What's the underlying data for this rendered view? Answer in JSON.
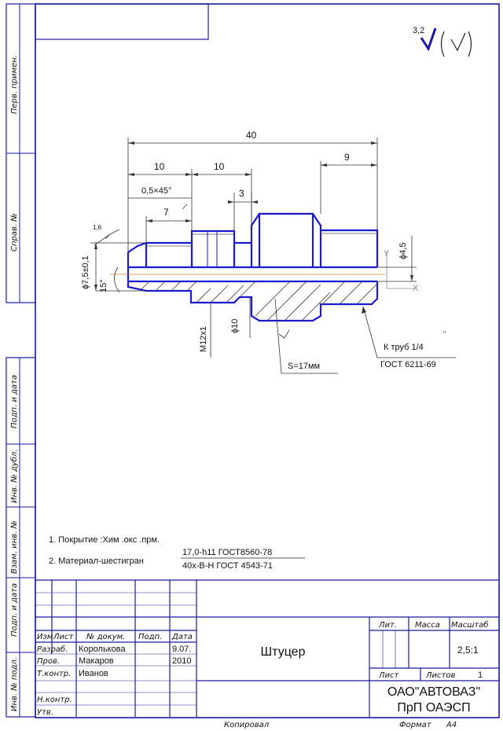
{
  "roughness": {
    "value": "3,2"
  },
  "dims": {
    "d40": "40",
    "d10a": "10",
    "d10b": "10",
    "d9": "9",
    "chamfer": "0,5×45°",
    "d7": "7",
    "d3": "3",
    "dia75": "ϕ7,5±0,1",
    "angle15": "15°",
    "rough16": "1,6",
    "dia45": "ϕ4,5",
    "m12": "M12x1",
    "dia10": "ϕ10",
    "s17": "S=17мм",
    "pipe": "К труб  1/4",
    "pipe_quote": "\"",
    "gost_pipe": "ГОСТ 6211-69",
    "axis_y": "Y",
    "axis_x": "X"
  },
  "notes": {
    "n1": "1.  Покрытие :Хим .окс .прм.",
    "n2_prefix": "2.  Материал-шестигран",
    "n2_top": "17,0-h11 ГОСТ8560-78",
    "n2_bottom": "40х-В-Н ГОСТ 4543-71"
  },
  "side_labels": [
    "Перв. примен.",
    "Справ. №",
    "Подп. и дата",
    "Инв. № дубл.",
    "Взам. инв. №",
    "Подп. и дата",
    "Инв. № подл."
  ],
  "title_block": {
    "col_izm": "Изм",
    "col_list": "Лист",
    "col_doc": "№ докум.",
    "col_podp": "Подп.",
    "col_data": "Дата",
    "razrab_label": "Разраб.",
    "razrab_name": "Королькова",
    "razrab_date": "9.07.",
    "prov_label": "Пров.",
    "prov_name": "Макаров",
    "prov_date": "2010",
    "tkontr_label": "Т.контр.",
    "tkontr_name": "Иванов",
    "nkontr_label": "Н.контр.",
    "utv_label": "Утв.",
    "part_name": "Штуцер",
    "lit_label": "Лит.",
    "massa_label": "Масса",
    "masshtab_label": "Масштаб",
    "scale": "2,5:1",
    "sheet_label": "Лист",
    "sheets_label": "Листов",
    "sheets_value": "1",
    "company_1": "ОАО\"АВТОВАЗ\"",
    "company_2": "ПрП ОАЭСП",
    "copied": "Копировал",
    "format_label": "Формат",
    "format_value": "А4"
  }
}
